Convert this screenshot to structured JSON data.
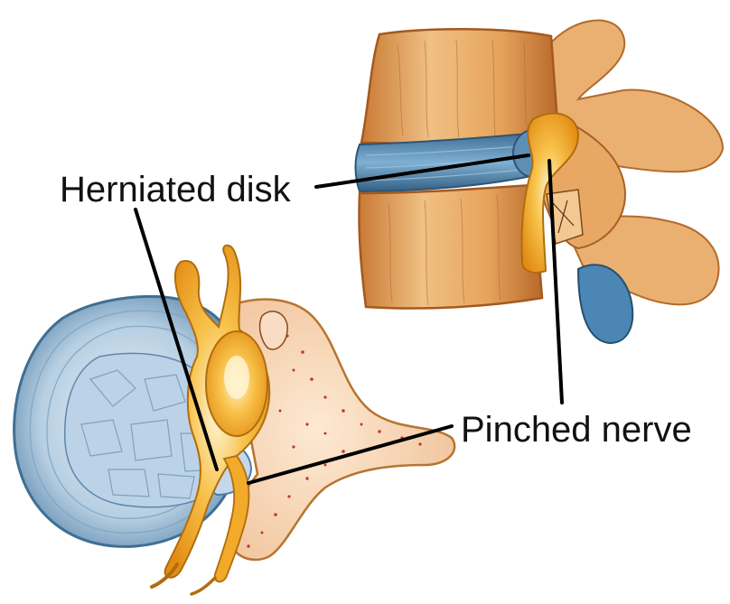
{
  "labels": {
    "herniated_disk": "Herniated disk",
    "pinched_nerve": "Pinched nerve"
  },
  "colors": {
    "bone": "#e8a65a",
    "bone_light": "#f4d3a0",
    "bone_dark": "#b86e2c",
    "disk": "#6f9fc2",
    "disk_light": "#c9dbea",
    "disk_dark": "#3e6f93",
    "nerve": "#f2a623",
    "nerve_light": "#fde3a0",
    "marrow_dot": "#c0392b",
    "leader_line": "#000000"
  },
  "icons": {
    "side_view": "lumbar-vertebrae-side-view",
    "top_view": "vertebra-cross-section-top-view"
  }
}
